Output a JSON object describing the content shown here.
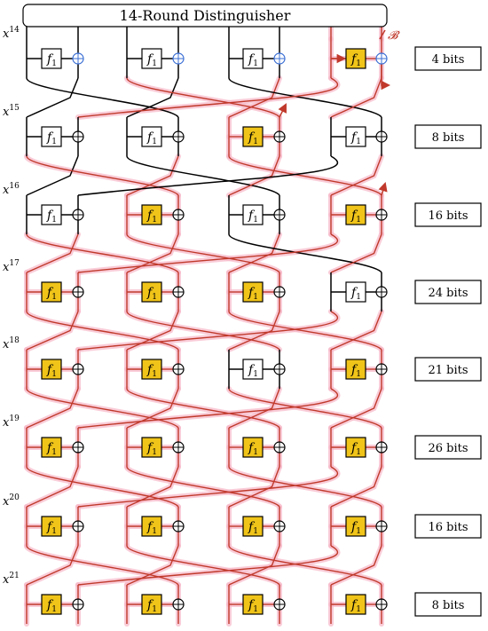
{
  "title": "14-Round Distinguisher",
  "f_label": "f",
  "f_subscript": "1",
  "b_label": "𝓑",
  "round_base": "x",
  "colors": {
    "black": "#000000",
    "red": "#c0392b",
    "pink_glow": "#f7b6c8",
    "active_fill": "#f0c419",
    "inactive_fill": "#ffffff",
    "xor_blue": "#3b6fd4"
  },
  "rows": [
    {
      "round": "14",
      "bits": "4 bits",
      "active": [
        false,
        false,
        false,
        true
      ]
    },
    {
      "round": "15",
      "bits": "8 bits",
      "active": [
        false,
        false,
        true,
        false
      ]
    },
    {
      "round": "16",
      "bits": "16 bits",
      "active": [
        false,
        true,
        false,
        true
      ]
    },
    {
      "round": "17",
      "bits": "24 bits",
      "active": [
        true,
        true,
        true,
        false
      ]
    },
    {
      "round": "18",
      "bits": "21 bits",
      "active": [
        true,
        true,
        false,
        true
      ]
    },
    {
      "round": "19",
      "bits": "26 bits",
      "active": [
        true,
        true,
        true,
        true
      ]
    },
    {
      "round": "20",
      "bits": "16 bits",
      "active": [
        true,
        true,
        true,
        true
      ]
    },
    {
      "round": "21",
      "bits": "8 bits",
      "active": [
        true,
        true,
        true,
        true
      ]
    }
  ]
}
